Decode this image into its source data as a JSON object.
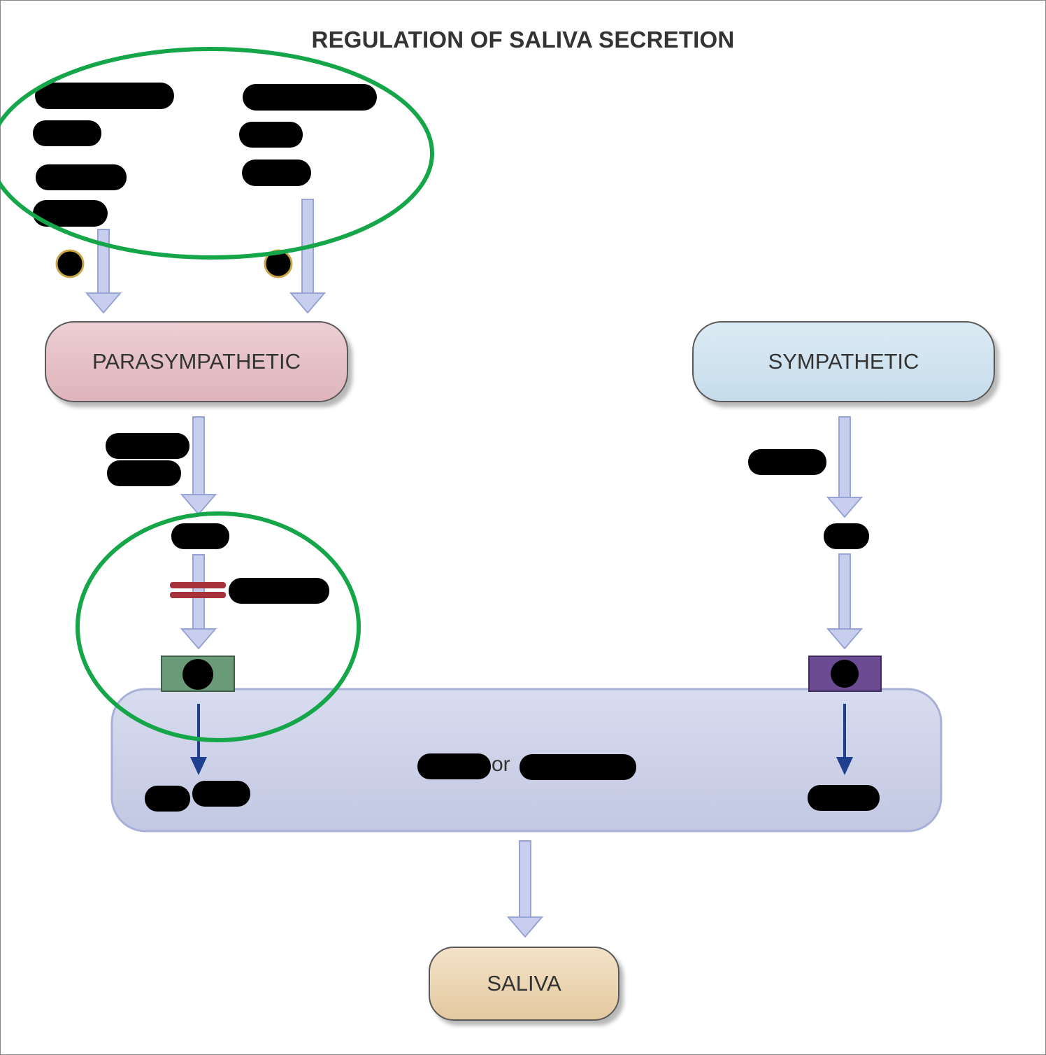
{
  "title": "REGULATION OF SALIVA SECRETION",
  "nodes": {
    "parasympathetic": "PARASYMPATHETIC",
    "sympathetic": "SYMPATHETIC",
    "saliva": "SALIVA"
  },
  "cell": {
    "connector": "or"
  },
  "colors": {
    "arrow_light": "#b4bde3",
    "arrow_dark": "#1f3f8f",
    "parasympathetic_fill": "#e6c3c9",
    "sympathetic_fill": "#d2e4f0",
    "saliva_fill": "#ecd6b4",
    "cell_fill": "#cfd3ea",
    "receptor_para": "#6b9a79",
    "receptor_symp": "#6b4b92",
    "highlight_circle": "#16a64a",
    "block_mark": "#a7313a",
    "redaction": "#000000"
  }
}
